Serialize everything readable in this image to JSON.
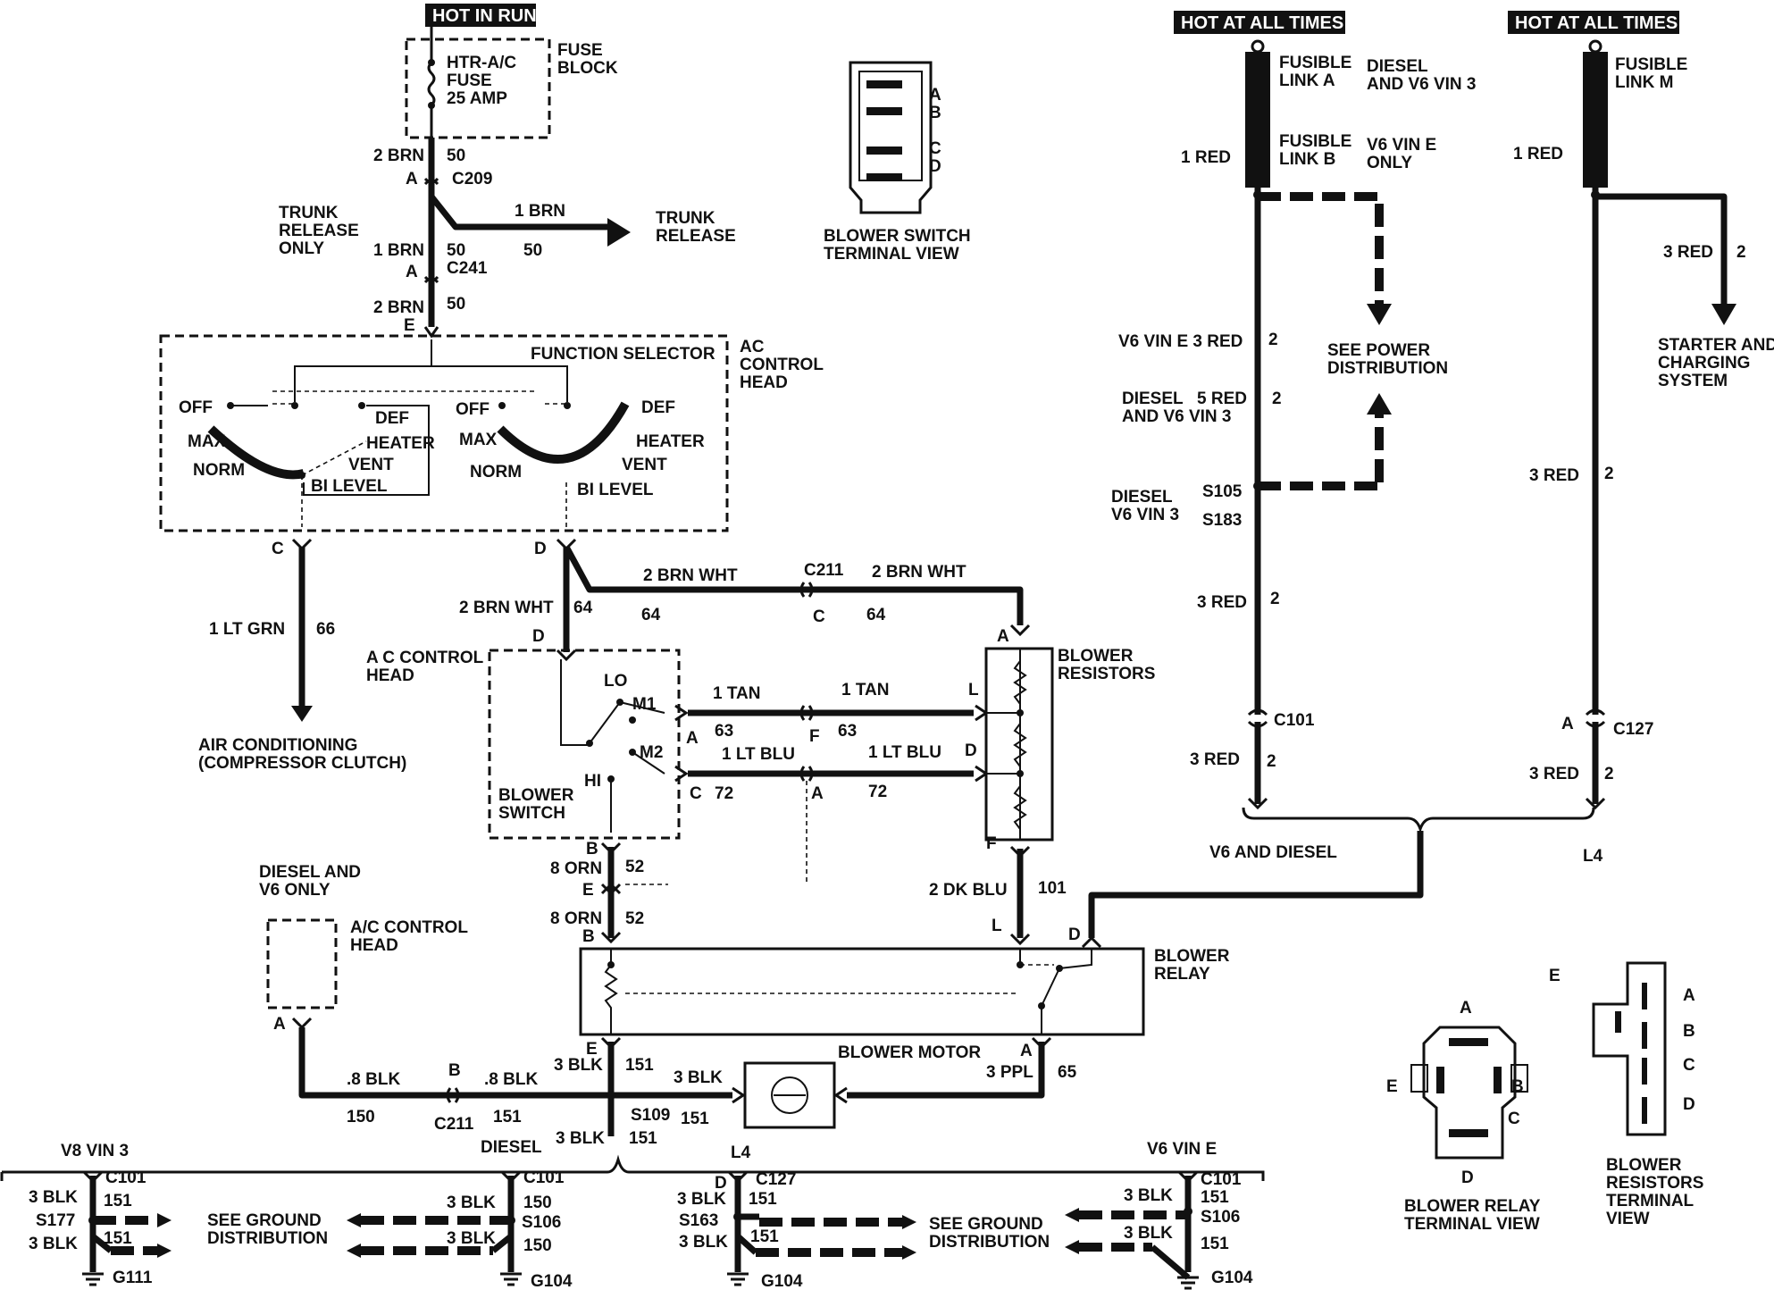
{
  "headers": {
    "hot_in_run": "HOT IN RUN",
    "hot_at_all_times_1": "HOT AT ALL TIMES",
    "hot_at_all_times_2": "HOT AT ALL TIMES"
  },
  "fuse": {
    "line1": "HTR-A/C",
    "line2": "FUSE",
    "line3": "25 AMP",
    "block1": "FUSE",
    "block2": "BLOCK"
  },
  "blower_switch_view": {
    "a": "A",
    "b": "B",
    "c": "C",
    "d": "D",
    "title1": "BLOWER SWITCH",
    "title2": "TERMINAL VIEW"
  },
  "trunk": {
    "w2brn": "2 BRN",
    "c50a": "50",
    "pa": "A",
    "c209": "C209",
    "only1": "TRUNK",
    "only2": "RELEASE",
    "only3": "ONLY",
    "w1brn_right": "1 BRN",
    "c50r": "50",
    "rel1": "TRUNK",
    "rel2": "RELEASE",
    "w1brn": "1 BRN",
    "c50b": "50",
    "pa2": "A",
    "c241": "C241",
    "w2brn2": "2 BRN",
    "c50c": "50",
    "pe": "E"
  },
  "function_selector": {
    "title": "FUNCTION SELECTOR",
    "ac1": "AC",
    "ac2": "CONTROL",
    "ac3": "HEAD",
    "off": "OFF",
    "max": "MAX",
    "norm": "NORM",
    "def": "DEF",
    "heater": "HEATER",
    "vent": "VENT",
    "bilevel": "BI LEVEL",
    "off2": "OFF",
    "max2": "MAX",
    "norm2": "NORM",
    "def2": "DEF",
    "heater2": "HEATER",
    "vent2": "VENT",
    "bilevel2": "BI LEVEL",
    "pc": "C",
    "pd": "D"
  },
  "ac_clutch": {
    "wire": "1 LT GRN",
    "circ": "66",
    "l1": "AIR CONDITIONING",
    "l2": "(COMPRESSOR CLUTCH)"
  },
  "brnwht": {
    "w1": "2 BRN WHT",
    "c1": "64",
    "w2": "2 BRN WHT",
    "c2": "64",
    "c211": "C211",
    "w3": "2 BRN WHT",
    "pc": "C",
    "c3": "64",
    "pd": "D",
    "pa": "A"
  },
  "blower_switch": {
    "head1": "A C CONTROL",
    "head2": "HEAD",
    "lo": "LO",
    "m1": "M1",
    "m2": "M2",
    "hi": "HI",
    "sw1": "BLOWER",
    "sw2": "SWITCH",
    "pa": "A",
    "pc": "C",
    "pb": "B",
    "wtan1": "1 TAN",
    "c63a": "63",
    "pf": "F",
    "wtan2": "1 TAN",
    "c63b": "63",
    "pl": "L",
    "wblu1": "1 LT BLU",
    "c72a": "72",
    "pa2": "A",
    "wblu2": "1 LT BLU",
    "c72b": "72",
    "pd": "D"
  },
  "resistors": {
    "t1": "BLOWER",
    "t2": "RESISTORS",
    "pf": "F",
    "w": "2 DK BLU",
    "c": "101",
    "pl": "L"
  },
  "orn": {
    "w1": "8 ORN",
    "c1": "52",
    "pe": "E",
    "w2": "8 ORN",
    "c2": "52",
    "pb": "B"
  },
  "diesel_head": {
    "d1": "DIESEL AND",
    "d2": "V6 ONLY",
    "h1": "A/C CONTROL",
    "h2": "HEAD",
    "pa": "A"
  },
  "relay": {
    "t1": "BLOWER",
    "t2": "RELAY",
    "pd": "D",
    "pe": "E",
    "pa": "A"
  },
  "motor": {
    "title": "BLOWER MOTOR",
    "w3blk": "3 BLK",
    "c151": "151",
    "w3blk2": "3 BLK",
    "w3ppl": "3 PPL",
    "c65": "65",
    "w8blk1": ".8 BLK",
    "c150": "150",
    "pb": "B",
    "c211": "C211",
    "w8blk2": ".8 BLK",
    "c151b": "151",
    "s109": "S109",
    "c151c": "151",
    "w3blk3": "3 BLK",
    "c151d": "151"
  },
  "right_top": {
    "fla1": "FUSIBLE",
    "fla2": "LINK A",
    "flb1": "FUSIBLE",
    "flb2": "LINK B",
    "dsl1": "DIESEL",
    "dsl2": "AND V6 VIN 3",
    "v6e1": "V6 VIN E",
    "v6e2": "ONLY",
    "red1": "1 RED",
    "v6e3red": "V6 VIN E 3 RED",
    "c2a": "2",
    "spd1": "SEE POWER",
    "spd2": "DISTRIBUTION",
    "ds5a": "DIESEL",
    "ds5b": "AND V6 VIN 3",
    "red5": "5 RED",
    "c2b": "2",
    "dv1": "DIESEL",
    "dv2": "V6 VIN 3",
    "s105": "S105",
    "s183": "S183",
    "red3a": "3 RED",
    "c2c": "2",
    "c101": "C101",
    "red3b": "3 RED",
    "c2d": "2",
    "v6d": "V6 AND DIESEL",
    "flm1": "FUSIBLE",
    "flm2": "LINK M",
    "red1m": "1 RED",
    "red3m": "3 RED",
    "c2m": "2",
    "sc1": "STARTER AND",
    "sc2": "CHARGING",
    "sc3": "SYSTEM",
    "red3n": "3 RED",
    "c2n": "2",
    "pa": "A",
    "c127": "C127",
    "red3p": "3 RED",
    "c2p": "2",
    "l4": "L4"
  },
  "ground": {
    "v8": "V8 VIN 3",
    "diesel": "DIESEL",
    "l4": "L4",
    "v6e": "V6 VIN E",
    "g1_c101": "C101",
    "g1_151a": "151",
    "g1_blk1": "3 BLK",
    "g1_s177": "S177",
    "g1_blk2": "3 BLK",
    "g1_151b": "151",
    "g1_g111": "G111",
    "sgd1a": "SEE GROUND",
    "sgd1b": "DISTRIBUTION",
    "g2_c101": "C101",
    "g2_blk1": "3 BLK",
    "g2_150a": "150",
    "g2_s106": "S106",
    "g2_blk2": "3 BLK",
    "g2_150b": "150",
    "g2_g104": "G104",
    "g3_d": "D",
    "g3_c127": "C127",
    "g3_blk1": "3 BLK",
    "g3_151a": "151",
    "g3_s163": "S163",
    "g3_blk2": "3 BLK",
    "g3_151b": "151",
    "g3_g104": "G104",
    "sgd2a": "SEE GROUND",
    "sgd2b": "DISTRIBUTION",
    "g4_c101": "C101",
    "g4_blk1": "3 BLK",
    "g4_151a": "151",
    "g4_s106": "S106",
    "g4_blk2": "3 BLK",
    "g4_151b": "151",
    "g4_g104": "G104"
  },
  "relay_view": {
    "a": "A",
    "b": "B",
    "c": "C",
    "d": "D",
    "e": "E",
    "t1": "BLOWER RELAY",
    "t2": "TERMINAL VIEW"
  },
  "res_view": {
    "e": "E",
    "a": "A",
    "b": "B",
    "c": "C",
    "d": "D",
    "t1": "BLOWER",
    "t2": "RESISTORS",
    "t3": "TERMINAL",
    "t4": "VIEW"
  }
}
